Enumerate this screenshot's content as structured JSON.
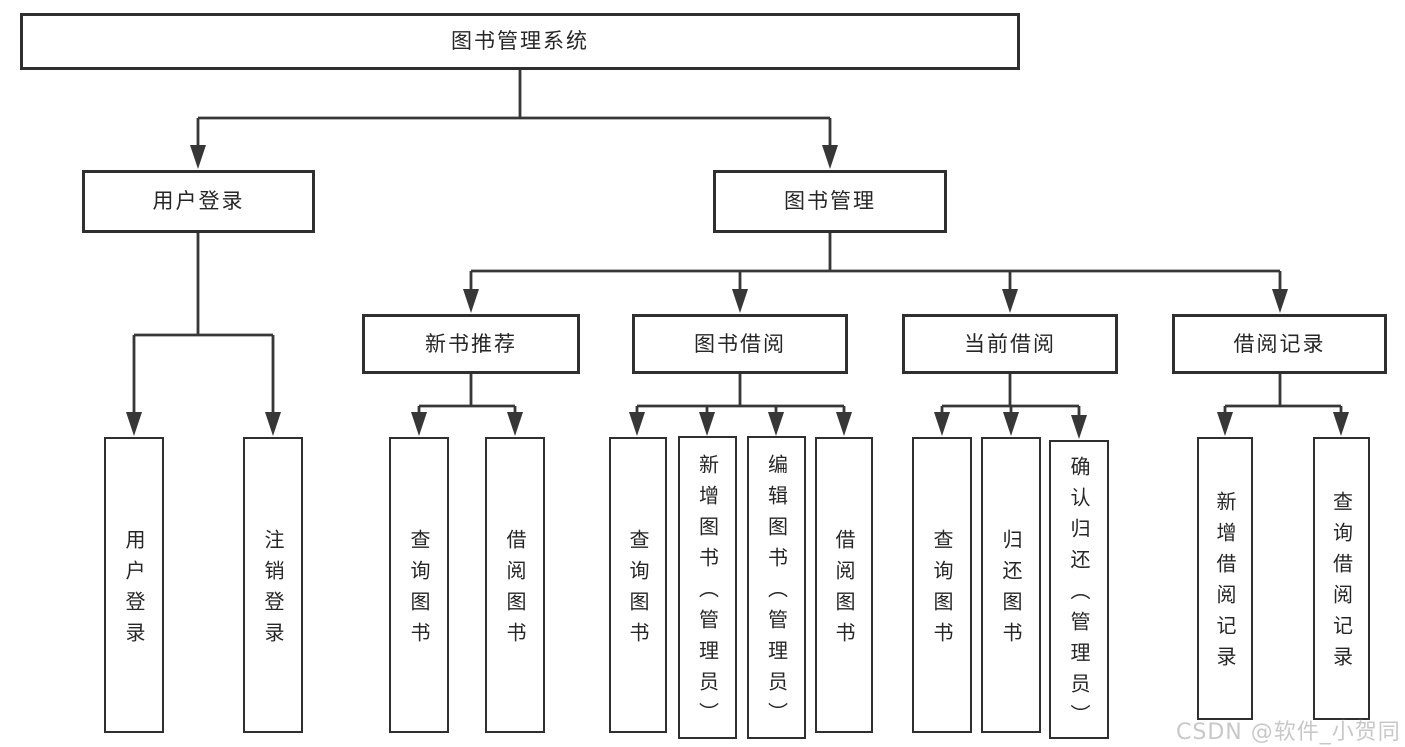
{
  "tree": {
    "root": {
      "label": "图书管理系统"
    },
    "branches": [
      {
        "label": "用户登录",
        "children": [
          {
            "label": "用户登录"
          },
          {
            "label": "注销登录"
          }
        ]
      },
      {
        "label": "图书管理",
        "children": [
          {
            "label": "新书推荐",
            "children": [
              {
                "label": "查询图书"
              },
              {
                "label": "借阅图书"
              }
            ]
          },
          {
            "label": "图书借阅",
            "children": [
              {
                "label": "查询图书"
              },
              {
                "label": "新增图书（管理员）"
              },
              {
                "label": "编辑图书（管理员）"
              },
              {
                "label": "借阅图书"
              }
            ]
          },
          {
            "label": "当前借阅",
            "children": [
              {
                "label": "查询图书"
              },
              {
                "label": "归还图书"
              },
              {
                "label": "确认归还（管理员）"
              }
            ]
          },
          {
            "label": "借阅记录",
            "children": [
              {
                "label": "新增借阅记录"
              },
              {
                "label": "查询借阅记录"
              }
            ]
          }
        ]
      }
    ]
  },
  "watermark": {
    "text": "CSDN @软件_小贺同学"
  },
  "colors": {
    "background": "#ffffff",
    "line": "#373737",
    "border": "#2f2f2f",
    "text": "#262626",
    "watermark": "#c8c8c8"
  }
}
